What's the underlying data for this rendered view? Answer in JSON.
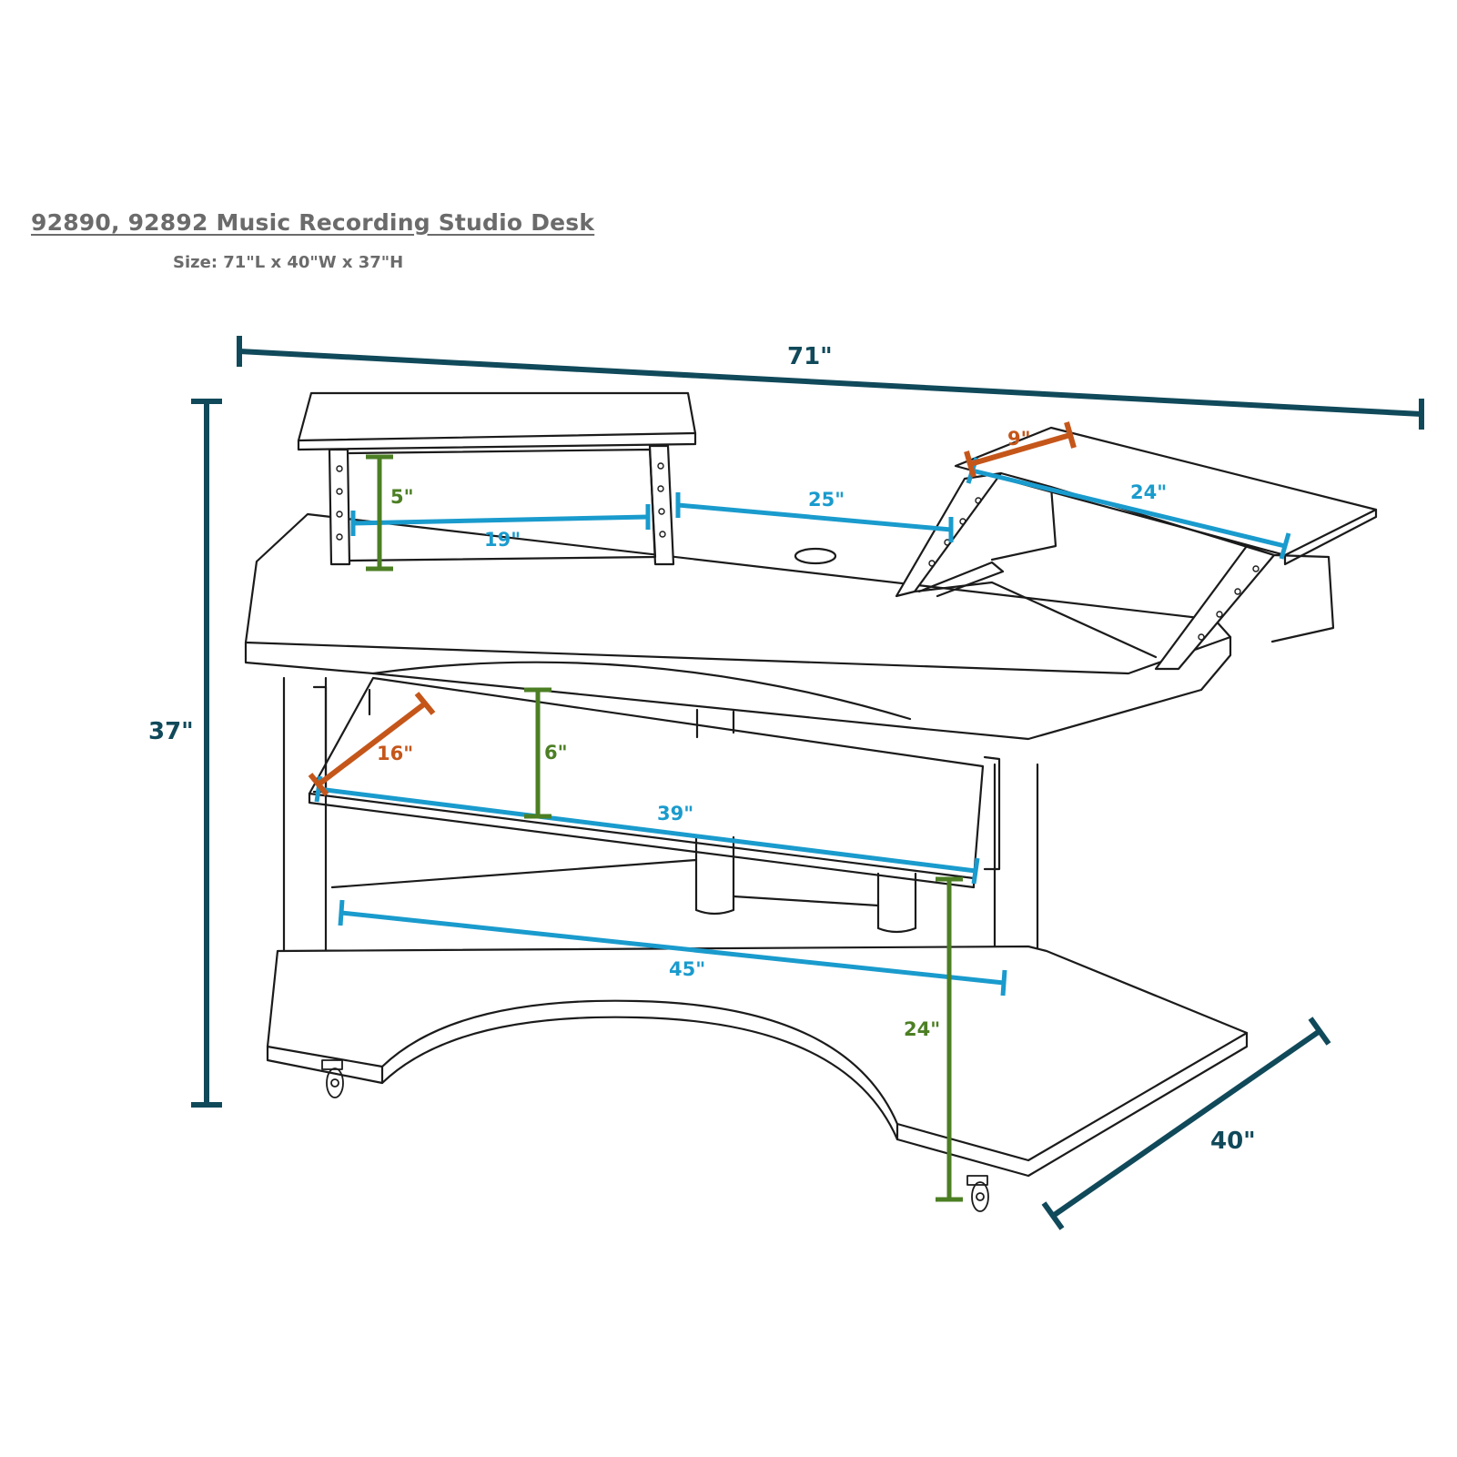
{
  "header": {
    "title": "92890, 92892 Music Recording Studio Desk",
    "subtitle": "Size: 71\"L x 40\"W x 37\"H"
  },
  "colors": {
    "title": "#6b6b6b",
    "overall": "#10495a",
    "interior_width": "#1a9bcd",
    "height": "#4c7f24",
    "depth": "#c5561a",
    "outline": "#1b1b1b"
  },
  "dimensions": {
    "overall_length": "71\"",
    "overall_height": "37\"",
    "overall_depth": "40\"",
    "hutch_height": "5\"",
    "hutch_width": "19\"",
    "center_gap": "25\"",
    "rack_top_depth": "9\"",
    "rack_top_width": "24\"",
    "keyboard_depth": "16\"",
    "keyboard_height": "6\"",
    "keyboard_width": "39\"",
    "base_width": "45\"",
    "leg_clearance": "24\""
  }
}
